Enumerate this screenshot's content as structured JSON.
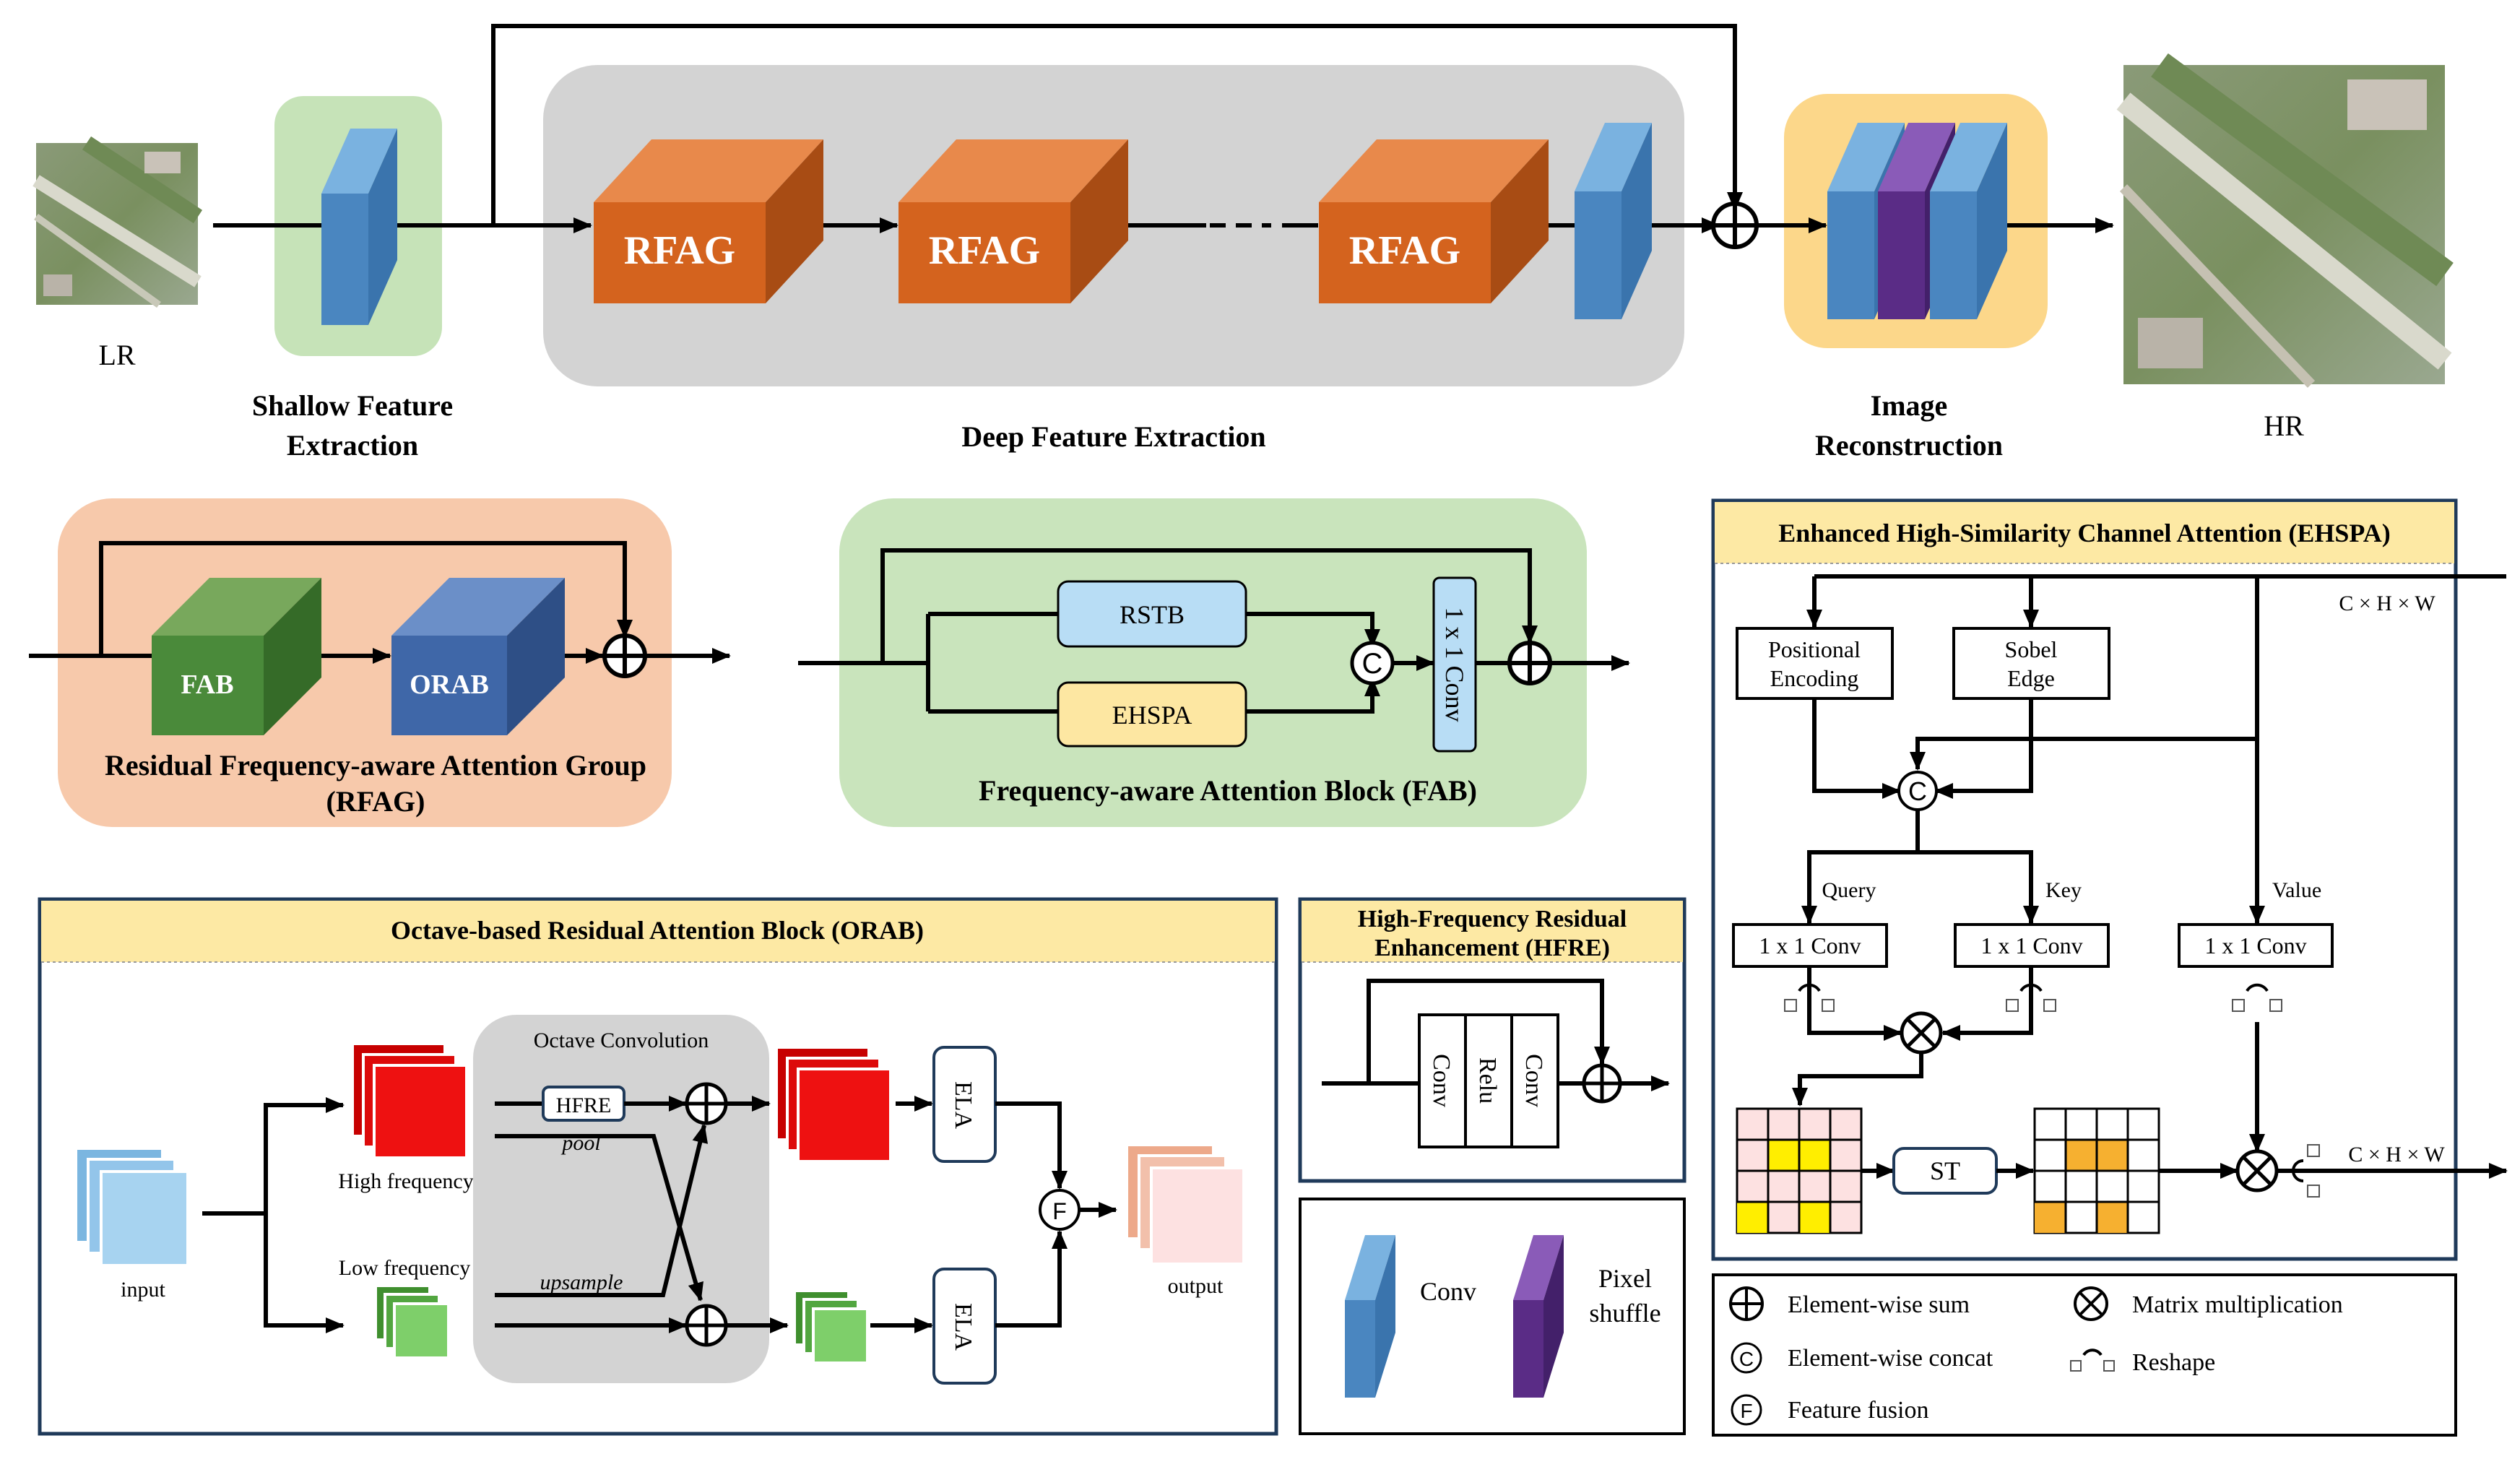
{
  "top": {
    "lr_label": "LR",
    "hr_label": "HR",
    "shallow_label_1": "Shallow Feature",
    "shallow_label_2": "Extraction",
    "deep_label": "Deep Feature Extraction",
    "recon_label_1": "Image",
    "recon_label_2": "Reconstruction",
    "rfag_blocks": [
      "RFAG",
      "RFAG",
      "RFAG"
    ]
  },
  "rfag_panel": {
    "fab": "FAB",
    "orab": "ORAB",
    "title_1": "Residual Frequency-aware Attention Group",
    "title_2": "(RFAG)"
  },
  "fab_panel": {
    "rstb": "RSTB",
    "ehspa": "EHSPA",
    "concat": "C",
    "conv": "1 x 1  Conv",
    "title": "Frequency-aware Attention Block (FAB)"
  },
  "ehspa_panel": {
    "title": "Enhanced High-Similarity Channel Attention (EHSPA)",
    "positional_1": "Positional",
    "positional_2": "Encoding",
    "sobel_1": "Sobel",
    "sobel_2": "Edge",
    "dims_top": "C × H × W",
    "dims_out": "C × H × W",
    "concat": "C",
    "query": "Query",
    "key": "Key",
    "value": "Value",
    "conv_q": "1 x 1 Conv",
    "conv_k": "1 x 1 Conv",
    "conv_v": "1 x 1 Conv",
    "st": "ST"
  },
  "orab_panel": {
    "title": "Octave-based Residual Attention Block (ORAB)",
    "input": "input",
    "output": "output",
    "high": "High frequency",
    "low": "Low frequency",
    "octave": "Octave Convolution",
    "hfre": "HFRE",
    "pool": "pool",
    "upsample": "upsample",
    "ela_top": "ELA",
    "ela_bottom": "ELA",
    "fusion": "F"
  },
  "hfre_panel": {
    "title_1": "High-Frequency Residual",
    "title_2": "Enhancement (HFRE)",
    "conv_a": "Conv",
    "relu": "Relu",
    "conv_b": "Conv"
  },
  "legend_blocks": {
    "conv": "Conv",
    "pixel_1": "Pixel",
    "pixel_2": "shuffle"
  },
  "legend_ops": {
    "sum": "Element-wise sum",
    "concat": "Element-wise concat",
    "fusion": "Feature fusion",
    "matmul": "Matrix multiplication",
    "reshape": "Reshape",
    "concat_symbol": "C",
    "fusion_symbol": "F"
  },
  "colors": {
    "conv_blue": "#4a86c0",
    "pixel_purple": "#5a2c86",
    "rfag_orange": "#d4631e",
    "fab_green": "#4a8a3a",
    "orab_blue": "#3f67a8",
    "shallow_bg": "#c6e3b8",
    "deep_bg": "#d3d3d3",
    "recon_bg": "#fcd78a",
    "rfag_bg": "#f7c9ab",
    "fab_bg": "#c9e4bc",
    "title_bar": "#fde9a4",
    "rstb_fill": "#b8ddf5",
    "ehspa_fill": "#fde7a2",
    "high_red": "#ee1111",
    "low_green": "#5fb54a",
    "input_blue": "#a7d3f0",
    "output_pink": "#f4c9c2",
    "cell_pink": "#fde1e1",
    "cell_yellow": "#ffee00",
    "cell_orange": "#f6b030"
  }
}
